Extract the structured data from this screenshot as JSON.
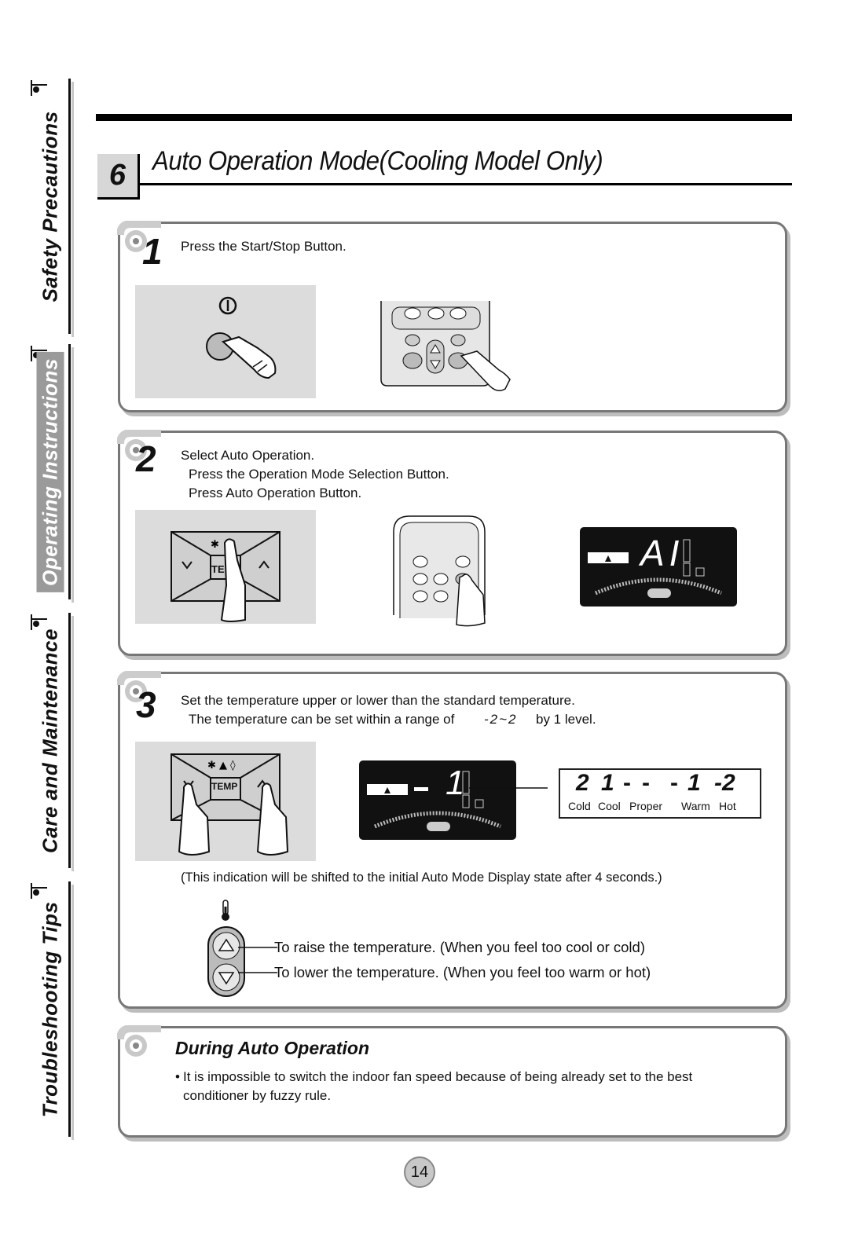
{
  "side_tabs": [
    {
      "label": "Safety Precautions",
      "active": false
    },
    {
      "label": "Operating Instructions",
      "active": true
    },
    {
      "label": "Care and Maintenance",
      "active": false
    },
    {
      "label": "Troubleshooting Tips",
      "active": false
    }
  ],
  "section": {
    "number": "6",
    "title": "Auto Operation Mode(Cooling Model Only)"
  },
  "steps": [
    {
      "number": "1",
      "lines": [
        "Press the Start/Stop Button."
      ]
    },
    {
      "number": "2",
      "lines": [
        "Select Auto Operation.",
        "Press the Operation Mode Selection Button.",
        "Press Auto Operation Button."
      ],
      "temp_label": "TE"
    },
    {
      "number": "3",
      "lines": [
        "Set the temperature upper or lower than the standard temperature.",
        "The temperature can be set within a range of",
        "by 1 level."
      ],
      "range_text": "-2~2",
      "temp_label": "TEMP",
      "note": "(This indication will be shifted to the initial Auto Mode Display state after 4 seconds.)",
      "scale_values": [
        "2",
        "1",
        "-",
        "-",
        "-",
        "1",
        "-2"
      ],
      "scale_labels": [
        "Cold",
        "Cool",
        "Proper",
        "Warm",
        "Hot"
      ],
      "raise_text": "To raise the temperature. (When you feel too cool or cold)",
      "lower_text": "To lower the temperature. (When you feel too warm or hot)"
    }
  ],
  "during": {
    "title": "During Auto Operation",
    "bullet": "•",
    "line1": "It is impossible to switch the indoor fan speed because of being already set to the best",
    "line2": "conditioner by fuzzy rule."
  },
  "lcd": {
    "auto_display": "AI",
    "step3_display": "1"
  },
  "page_number": "14"
}
